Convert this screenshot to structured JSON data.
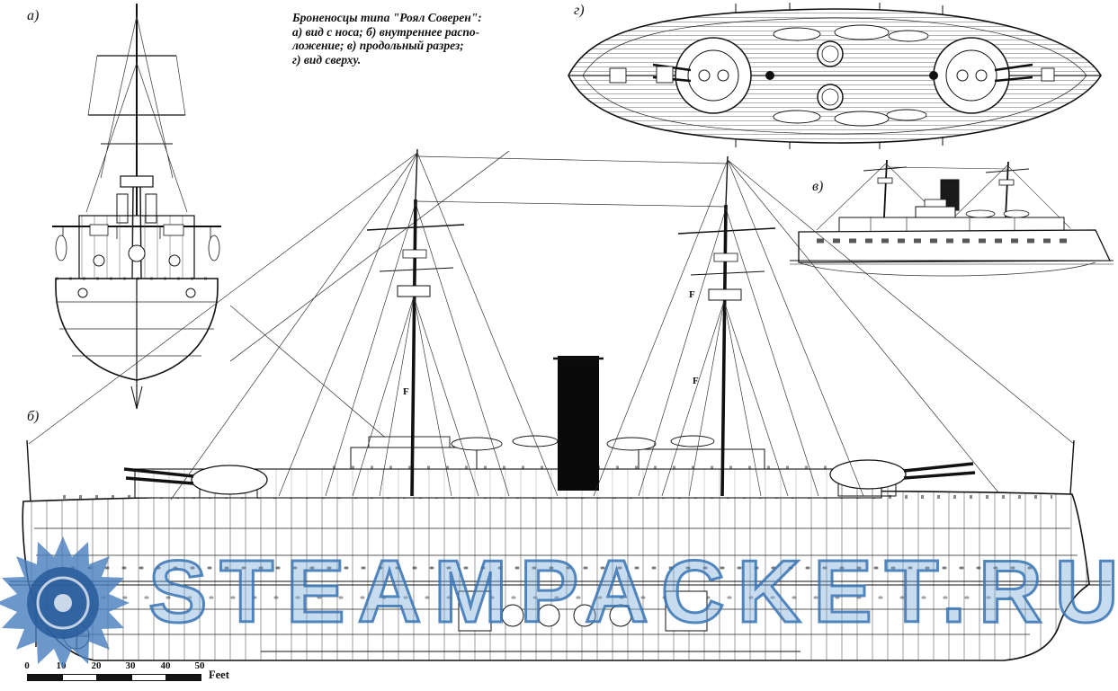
{
  "caption": {
    "line1": "Броненосцы типа \"Роял Соверен\":",
    "line2": "а) вид с носа; б) внутреннее распо-",
    "line3": "ложение;  в)  продольный  разрез;",
    "line4": "г) вид сверху."
  },
  "view_labels": {
    "a": "а)",
    "b": "б)",
    "v": "в)",
    "g": "г)"
  },
  "mast_labels": {
    "f1": "F",
    "f2": "F",
    "f3": "F"
  },
  "scale_bar": {
    "ticks": [
      "0",
      "10",
      "20",
      "30",
      "40",
      "50"
    ],
    "unit": "Feet"
  },
  "watermark": {
    "text": "STEAMPACKET.RU",
    "color": "#4d86c1"
  },
  "drawing_colors": {
    "ink": "#111111",
    "funnel_fill": "#0a0a0a"
  }
}
